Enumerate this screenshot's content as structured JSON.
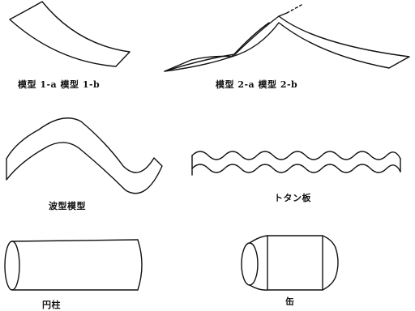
{
  "figures": [
    {
      "id": "model1",
      "label": "模型 1-a 模型 1-b"
    },
    {
      "id": "model2",
      "label": "模型 2-a  模型 2-b"
    },
    {
      "id": "wave",
      "label": "波型模型"
    },
    {
      "id": "tin",
      "label": "トタン板"
    },
    {
      "id": "cylinder",
      "label": "円柱"
    },
    {
      "id": "barrel",
      "label": "缶"
    }
  ]
}
